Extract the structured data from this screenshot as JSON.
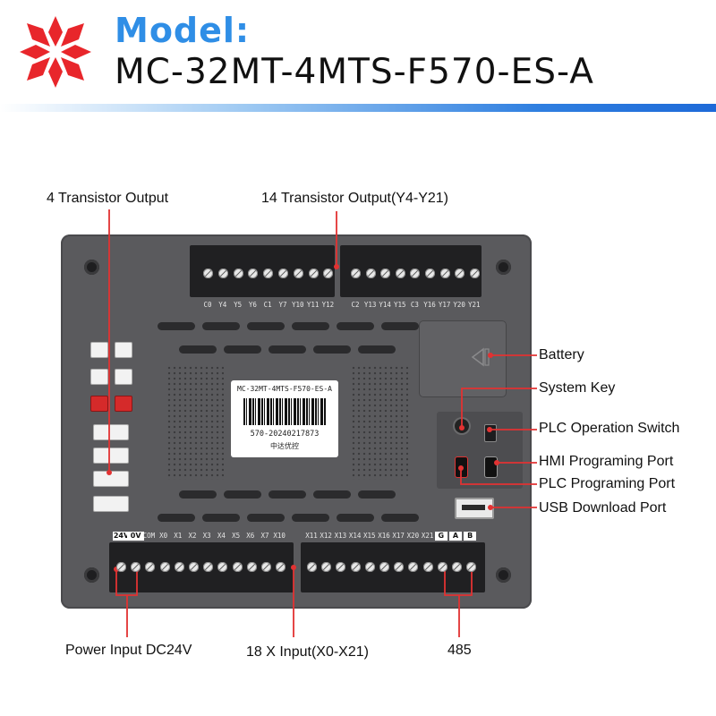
{
  "header": {
    "model_label": "Model:",
    "model_value": "MC-32MT-4MTS-F570-ES-A"
  },
  "colors": {
    "brand_blue": "#2f8ee6",
    "logo_red": "#e8262b",
    "callout_line": "#e23232",
    "device_body": "#5a5a5d"
  },
  "callouts": {
    "transistor4": "4 Transistor Output",
    "transistor14": "14 Transistor Output(Y4-Y21)",
    "battery": "Battery",
    "system_key": "System Key",
    "plc_switch": "PLC Operation Switch",
    "hmi_port": "HMI Programing Port",
    "plc_port": "PLC Programing Port",
    "usb_port": "USB Download Port",
    "power_input": "Power Input DC24V",
    "x_input": "18 X Input(X0-X21)",
    "rs485": "485"
  },
  "device": {
    "top_terminals_left": [
      "C0",
      "Y4",
      "Y5",
      "Y6",
      "C1",
      "Y7",
      "Y10",
      "Y11",
      "Y12"
    ],
    "top_terminals_right": [
      "C2",
      "Y13",
      "Y14",
      "Y15",
      "C3",
      "Y16",
      "Y17",
      "Y20",
      "Y21"
    ],
    "bottom_terminals_left": [
      "24V",
      "0V",
      "COM",
      "X0",
      "X1",
      "X2",
      "X3",
      "X4",
      "X5",
      "X6",
      "X7",
      "X10"
    ],
    "bottom_terminals_right": [
      "X11",
      "X12",
      "X13",
      "X14",
      "X15",
      "X16",
      "X17",
      "X20",
      "X21",
      "G",
      "A",
      "B"
    ],
    "sticker": {
      "title": "MC-32MT-4MTS-F570-ES-A",
      "serial": "570-20240217873",
      "brand": "中达优控"
    }
  }
}
